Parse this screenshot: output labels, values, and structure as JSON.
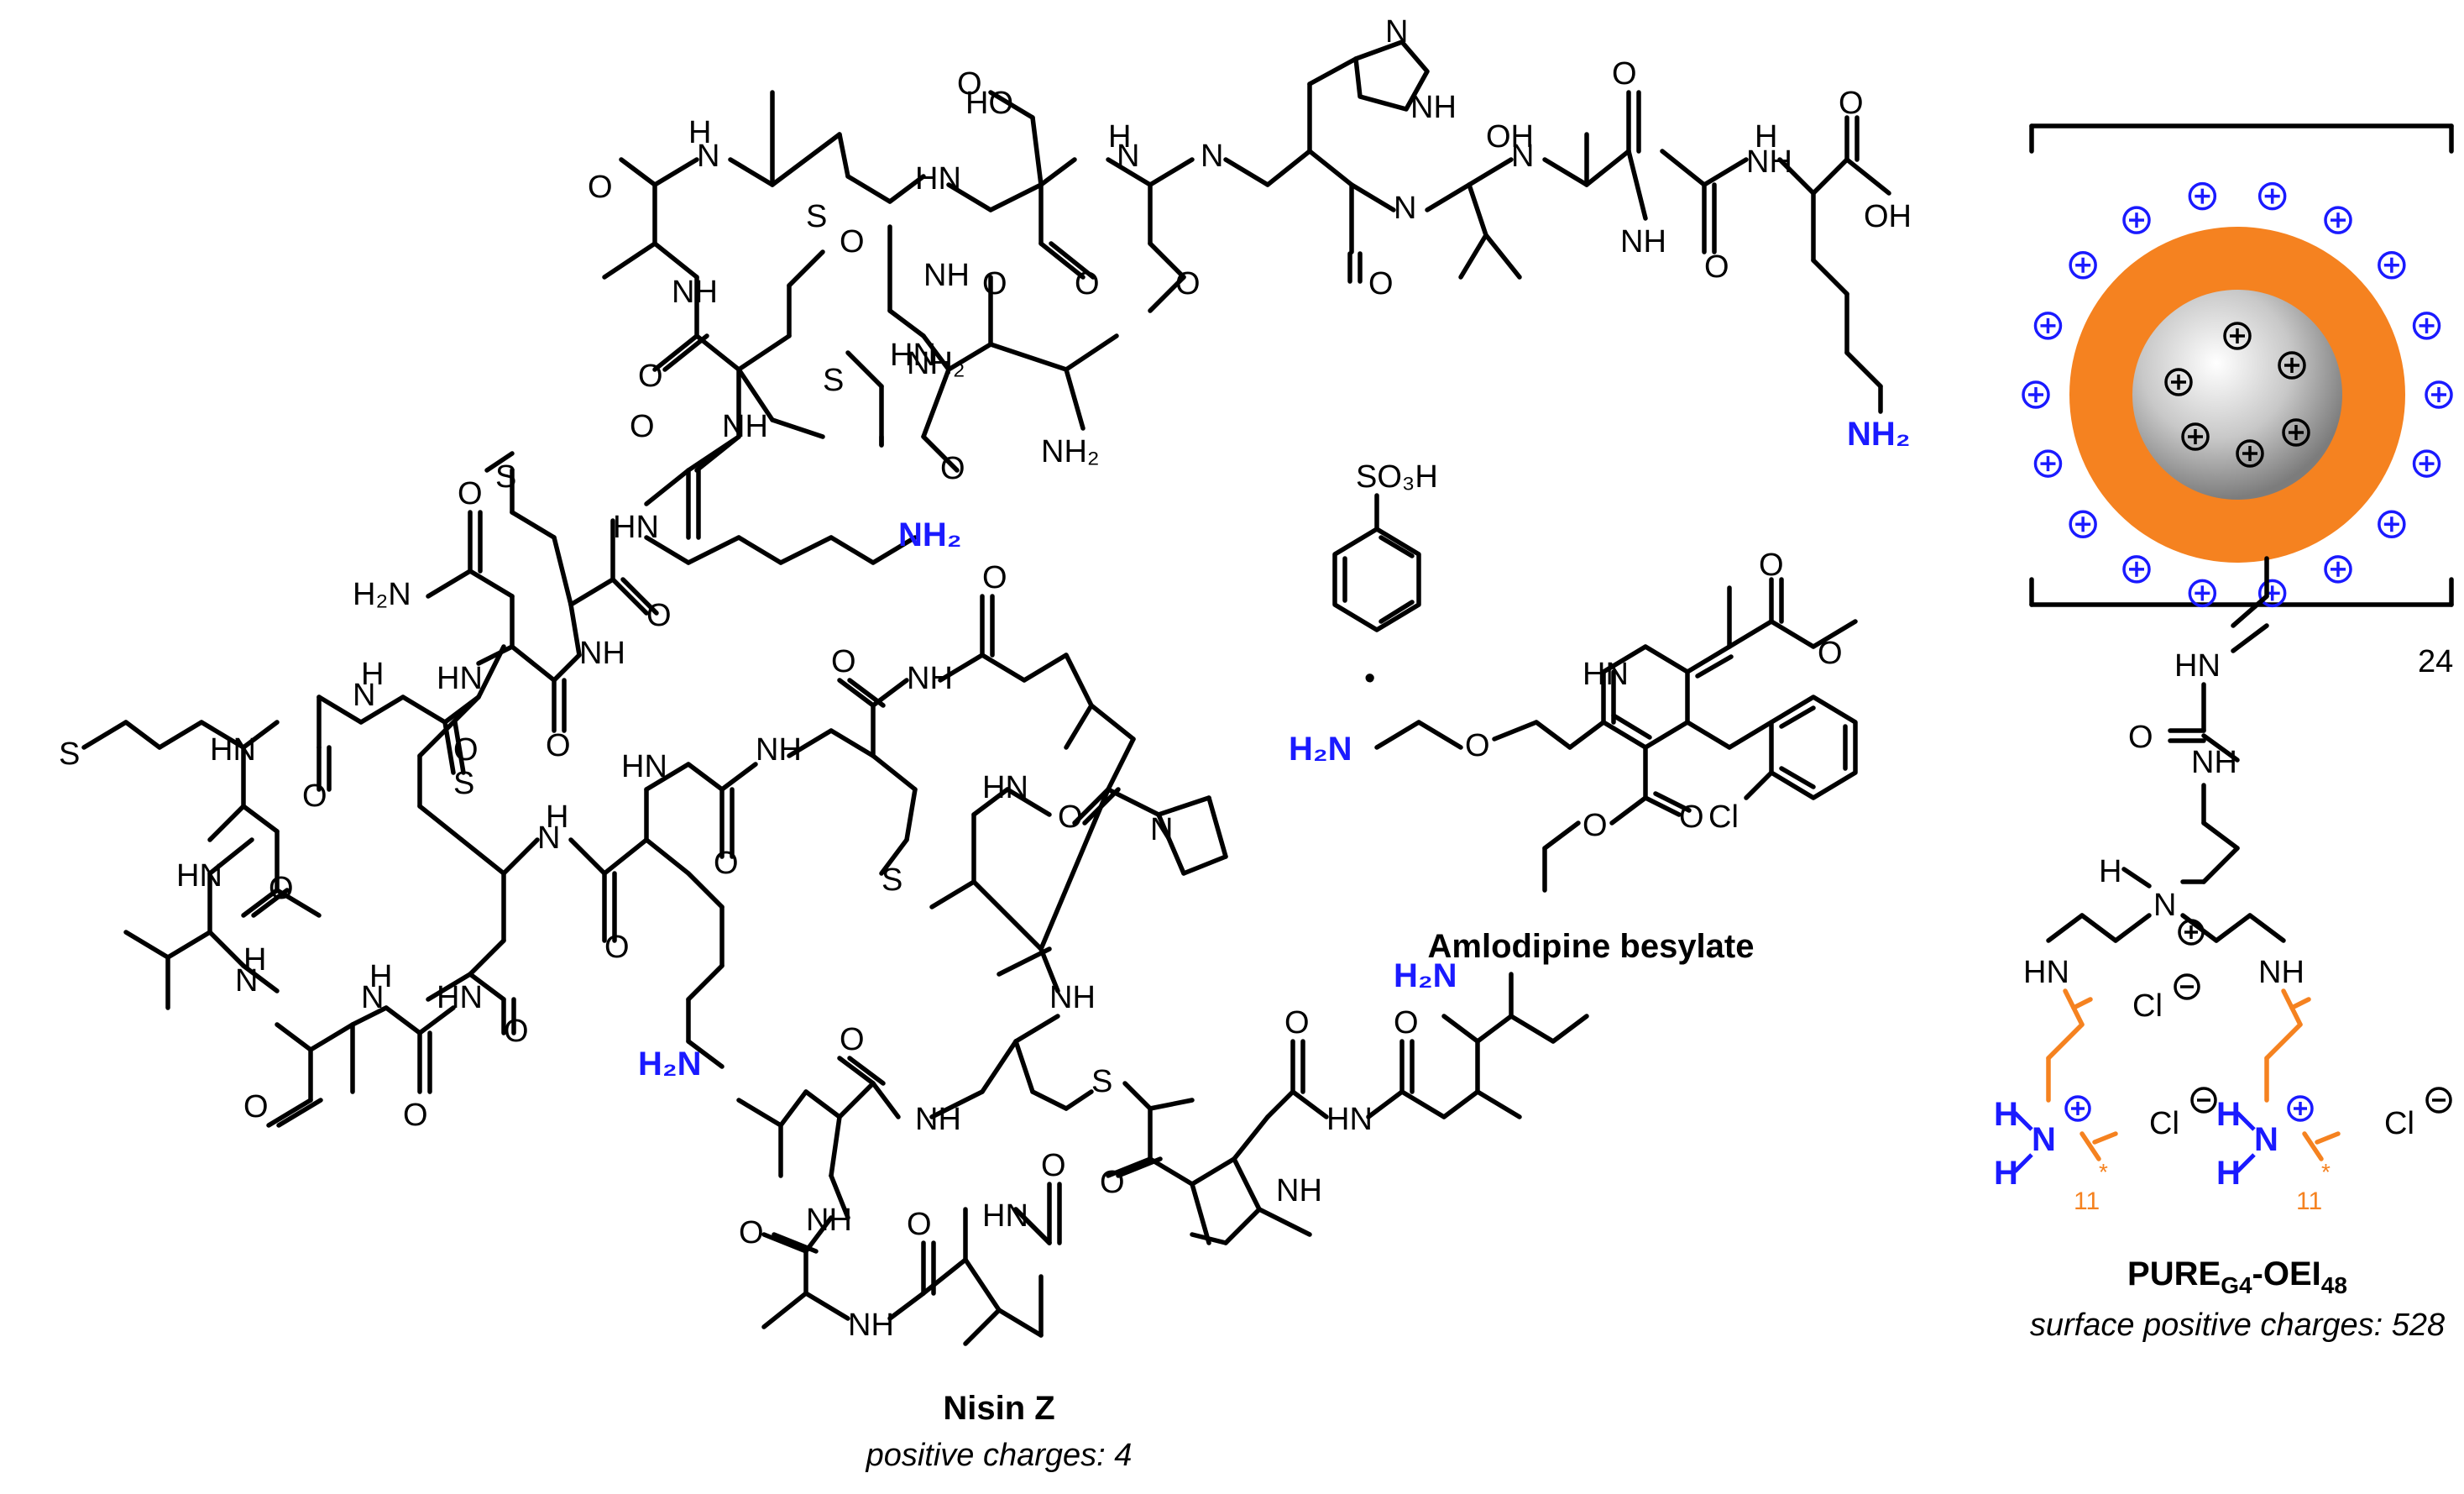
{
  "nisin": {
    "name": "Nisin Z",
    "charges": "positive charges: 4",
    "labels": {
      "imid_N": "N",
      "imid_NH": "NH",
      "HO": "HO",
      "OH_top": "OH",
      "OH_acid": "OH",
      "O": "O",
      "S": "S",
      "N": "N",
      "H": "H",
      "HN": "HN",
      "NH": "NH",
      "NH2": "NH₂",
      "H2N": "H₂N",
      "lys_NH2_top": "NH₂",
      "lys_NH2_mid": "NH₂",
      "lys_H2N_low": "H₂N",
      "ile_H2N": "H₂N"
    }
  },
  "amlodipine": {
    "name": "Amlodipine besylate",
    "labels": {
      "SO3H": "SO₃H",
      "dot": "•",
      "H2N": "H₂N",
      "O": "O",
      "HN": "HN",
      "Cl": "Cl"
    }
  },
  "pure": {
    "name_main": "PURE",
    "name_sub1": "G4",
    "name_mid": "-OEI",
    "name_sub2": "48",
    "charges": "surface positive charges: 528",
    "repeat": "24",
    "labels": {
      "HN": "HN",
      "O": "O",
      "NH": "NH",
      "H": "H",
      "N": "N",
      "Cl": "Cl",
      "eleven": "11",
      "star": "*",
      "plus": "+",
      "minus": "−"
    }
  },
  "colors": {
    "amine_blue": "#1a1aff",
    "shell_orange": "#f58220",
    "core_grey": "#a8a8a8",
    "bond_black": "#000000"
  }
}
